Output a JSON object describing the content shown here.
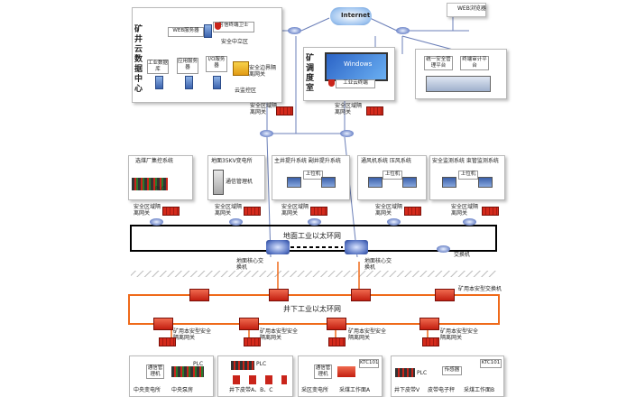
{
  "colors": {
    "fw": "#d42a1c",
    "ring_up": "#000000",
    "ring_down": "#ef6a1a",
    "line": "#6b7fb8"
  },
  "top": {
    "cloud_center": {
      "title": "矿井云数据中心",
      "web_server": "WEB服务器",
      "trusted_guard": "可信终端卫士",
      "security_center": "安全中立区",
      "db": "工业数据库",
      "app_server": "应用服务器",
      "io_server": "I/O服务器",
      "security_gw": "安全边界隔离网关",
      "cloud_zone": "云监控区"
    },
    "internet": "Internet",
    "web_monitor": "WEB浏览器",
    "control_room": {
      "title": "矿调度室",
      "os": "Windows",
      "terminal": "工业云终端"
    },
    "mgmt": {
      "unified": "统一安全管理平台",
      "audit": "终端审计平台"
    },
    "gw_left": "安全区域隔离网关",
    "gw_right": "安全区域隔离网关"
  },
  "systems": [
    {
      "title": "选煤厂集控系统",
      "gw": "安全区域隔离网关",
      "extra": "PLC"
    },
    {
      "title": "地面35KV变电所",
      "gw": "",
      "extra": "通信管理机"
    },
    {
      "title": "主井提升系统  副井提升系统",
      "gw": "安全区域隔离网关",
      "extra": "上位机"
    },
    {
      "title": "通风机系统   压风系统",
      "gw": "安全区域隔离网关",
      "extra": "上位机"
    },
    {
      "title": "安全监测系统  束管监测系统",
      "gw": "安全区域隔离网关",
      "extra": "上位机"
    }
  ],
  "surface_ring": "地面工业以太环网",
  "surface_core_left": "地面核心交换机",
  "surface_core_right": "地面核心交换机",
  "switch_label": "交换机",
  "mine_switch": "矿用本安型交换机",
  "underground_ring": "井下工业以太环网",
  "mine_gw": "矿用本安型安全隔离网关",
  "bottom": [
    {
      "name": "中央变电所",
      "name2": "中央泵房",
      "a": "通信管理机",
      "b": "PLC"
    },
    {
      "name": "井下皮带A、B、C",
      "name2": "",
      "a": "PLC",
      "b": ""
    },
    {
      "name": "采区变电所",
      "name2": "采煤工作面A",
      "a": "通信管理机",
      "b": "KTC101"
    },
    {
      "name": "井下皮带V",
      "name2": "皮带电子秤",
      "a": "PLC",
      "b": "传感器",
      "c": "KTC101",
      "d": "采煤工作面B"
    }
  ]
}
